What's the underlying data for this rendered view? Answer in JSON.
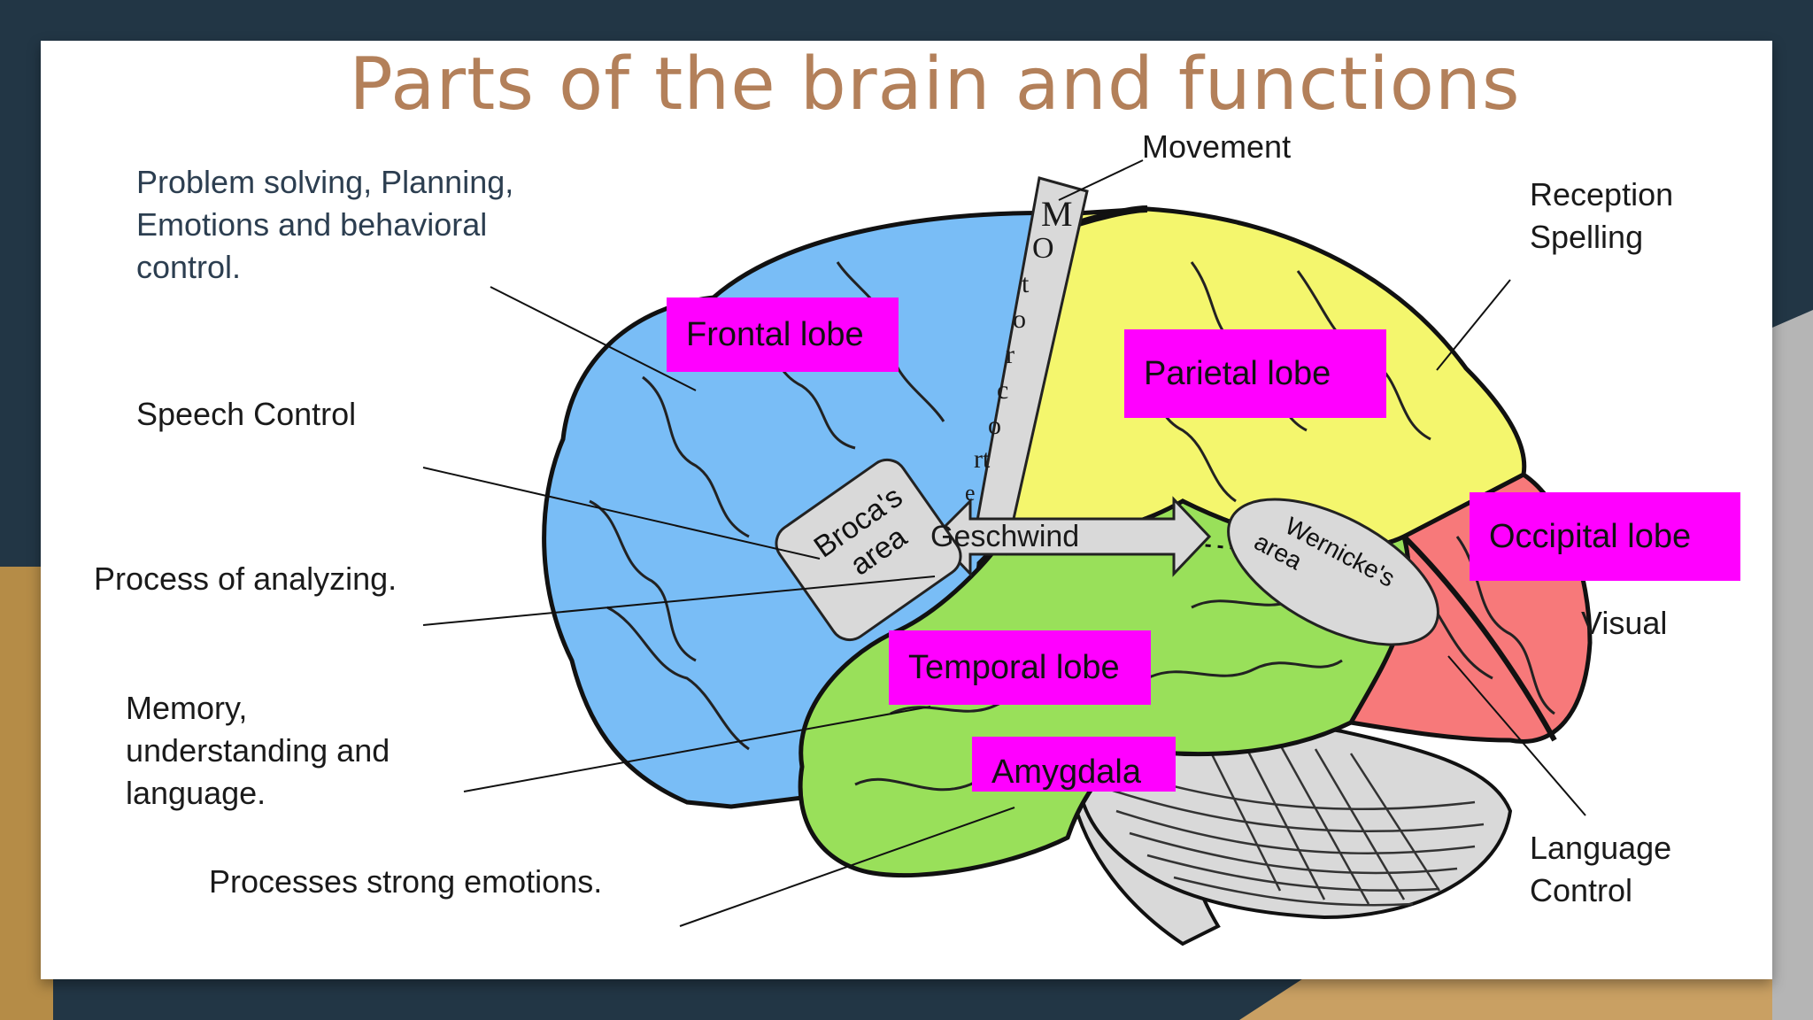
{
  "title": "Parts of the brain and functions",
  "colors": {
    "frontal": "#79bdf6",
    "parietal": "#f4f66d",
    "temporal": "#99e05a",
    "occipital": "#f7797a",
    "cerebellum": "#d9d9d9",
    "tag": "#ff00ff",
    "title": "#b3805a"
  },
  "lobes": {
    "frontal": "Frontal lobe",
    "parietal": "Parietal lobe",
    "occipital": "Occipital lobe",
    "temporal": "Temporal lobe",
    "amygdala": "Amygdala"
  },
  "regions": {
    "broca_line1": "Broca's",
    "broca_line2": "area",
    "wernicke_line1": "Wernicke's",
    "wernicke_line2": "area",
    "geschwind": "Geschwind",
    "motor_letters": [
      "M",
      "O",
      "t",
      "o",
      "r",
      "c",
      "o",
      "rt",
      "e"
    ]
  },
  "annotations": {
    "frontal_line1": "Problem solving, Planning,",
    "frontal_line2": "Emotions and behavioral",
    "frontal_line3": "control.",
    "speech": "Speech Control",
    "analyzing": "Process of analyzing.",
    "memory_line1": "Memory,",
    "memory_line2": "understanding and",
    "memory_line3": "language.",
    "emotions": "Processes strong emotions.",
    "movement": "Movement",
    "reception_line1": "Reception",
    "reception_line2": "Spelling",
    "visual": "Visual",
    "language_line1": "Language",
    "language_line2": "Control"
  }
}
